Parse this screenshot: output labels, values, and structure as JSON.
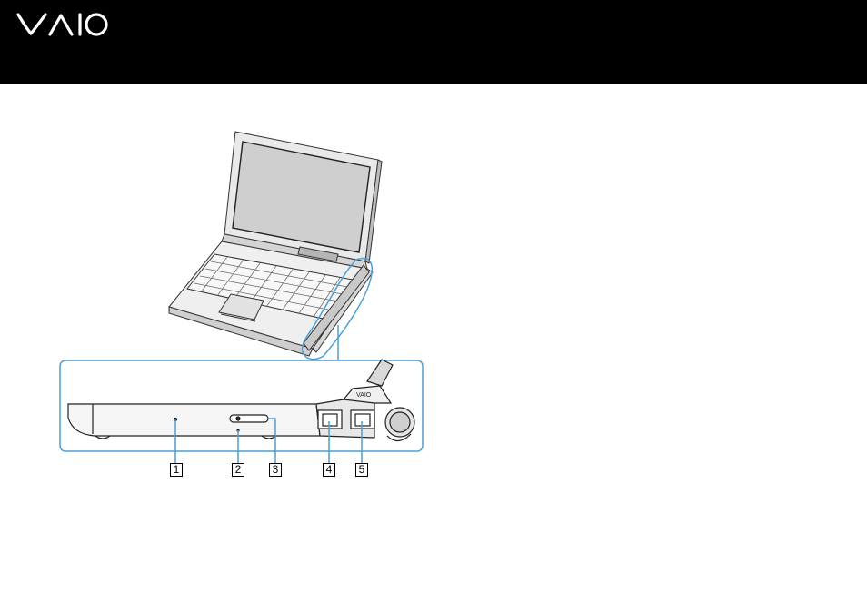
{
  "header": {
    "brand_logo_text": "VAIO",
    "background_color": "#000000",
    "logo_color": "#ffffff"
  },
  "figure": {
    "highlight_color": "#4a9fd8",
    "callouts": [
      {
        "label": "1"
      },
      {
        "label": "2"
      },
      {
        "label": "3"
      },
      {
        "label": "4"
      },
      {
        "label": "5"
      }
    ]
  }
}
